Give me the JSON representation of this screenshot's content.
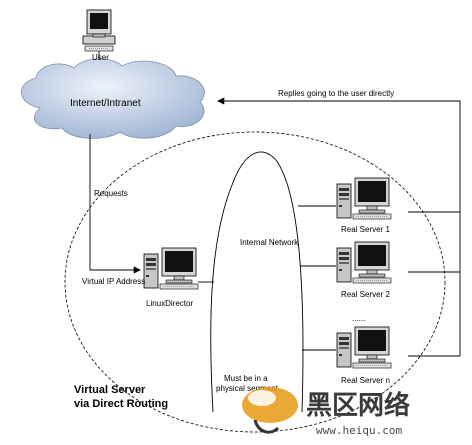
{
  "labels": {
    "user": "User",
    "cloud": "Internet/Intranet",
    "replies": "Replies going to the user directly",
    "requests": "Requests",
    "internal_network": "Internal Network",
    "virtual_ip": "Virtual IP Address",
    "director": "LinuxDirector",
    "real_server_1": "Real Server 1",
    "real_server_2": "Real Server 2",
    "real_server_n": "Real Server n",
    "ellipsis": "......",
    "segment_line1": "Must be in a",
    "segment_line2": "physical segment",
    "title_line1": "Virtual Server",
    "title_line2": "via Direct Routing"
  },
  "watermark": {
    "text": "黑区网络",
    "url": "www.heiqu.com",
    "accent_color": "#e8a020"
  },
  "colors": {
    "line": "#000000",
    "cloud_fill": "#c9d6e8",
    "screen": "#0b0b0b",
    "case": "#bdbdbd"
  }
}
